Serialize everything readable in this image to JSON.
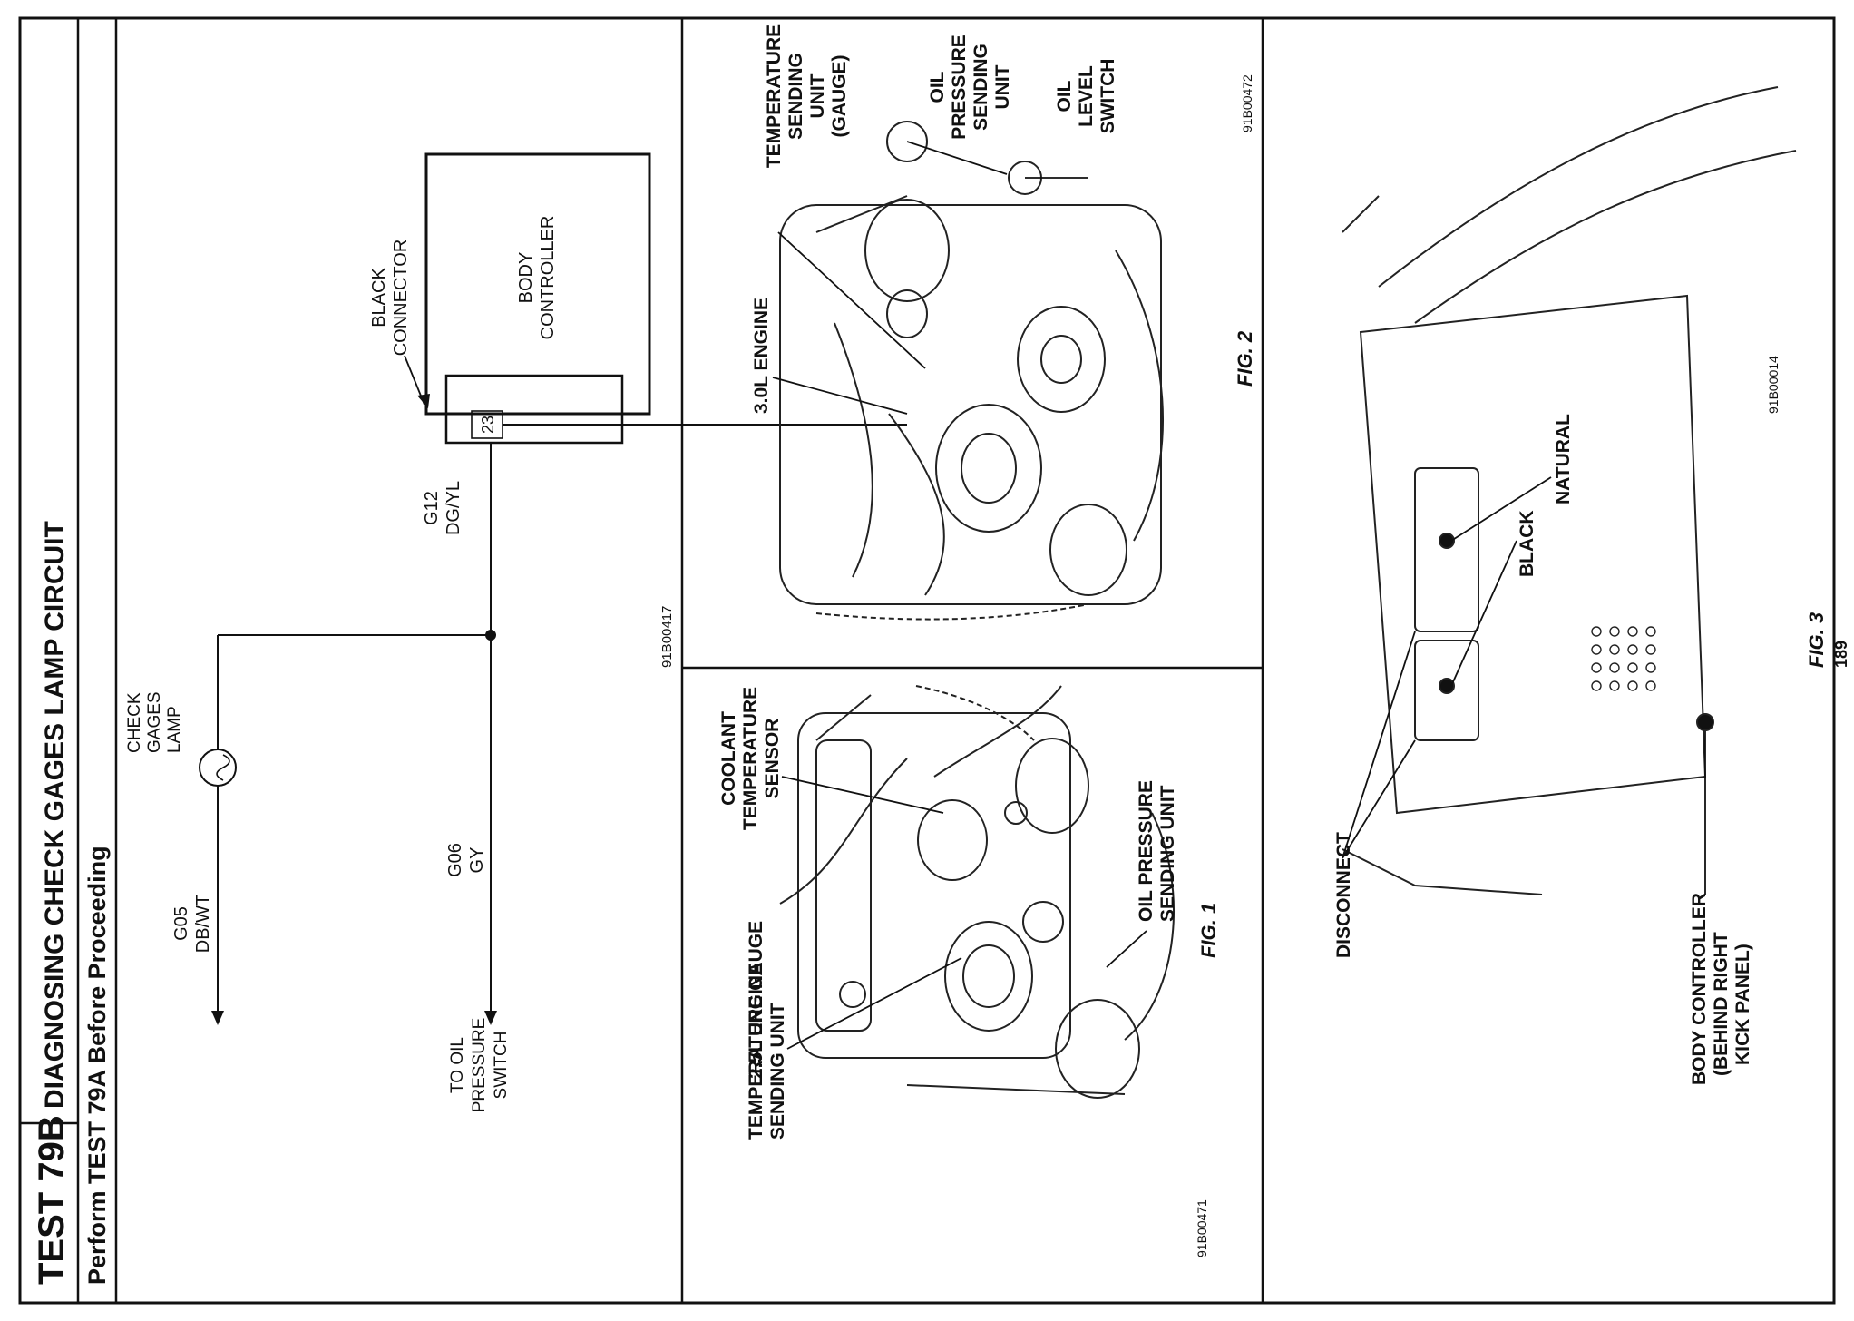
{
  "header": {
    "test_id": "TEST 79B",
    "title": "DIAGNOSING CHECK GAGES LAMP CIRCUIT",
    "subtitle": "Perform TEST 79A Before Proceeding"
  },
  "schematic": {
    "lamp_label": [
      "CHECK",
      "GAGES",
      "LAMP"
    ],
    "body_controller": [
      "BODY",
      "CONTROLLER"
    ],
    "connector": [
      "BLACK",
      "CONNECTOR"
    ],
    "pin": "23",
    "wire_g12": [
      "G12",
      "DG/YL"
    ],
    "wire_g05": [
      "G05",
      "DB/WT"
    ],
    "wire_g06": [
      "G06",
      "GY"
    ],
    "oil_switch": [
      "TO  OIL",
      "PRESSURE",
      "SWITCH"
    ],
    "ref": "91B00417"
  },
  "fig1": {
    "engine": "2.5L ENGINE",
    "coolant": [
      "COOLANT",
      "TEMPERATURE",
      "SENSOR"
    ],
    "oil_pressure": [
      "OIL PRESSURE",
      "SENDING UNIT"
    ],
    "temp_gauge": [
      "TEMPERATURE GAUGE",
      "SENDING UNIT"
    ],
    "caption": "FIG. 1",
    "ref": "91B00471"
  },
  "fig2": {
    "engine": "3.0L ENGINE",
    "temp_unit": [
      "TEMPERATURE",
      "SENDING",
      "UNIT",
      "(GAUGE)"
    ],
    "oil_pressure": [
      "OIL",
      "PRESSURE",
      "SENDING",
      "UNIT"
    ],
    "oil_level": [
      "OIL",
      "LEVEL",
      "SWITCH"
    ],
    "caption": "FIG. 2",
    "ref": "91B00472"
  },
  "fig3": {
    "disconnect": "DISCONNECT",
    "black": "BLACK",
    "natural": "NATURAL",
    "body_controller": [
      "BODY CONTROLLER",
      "(BEHIND RIGHT",
      "KICK PANEL)"
    ],
    "caption": "FIG. 3",
    "ref": "91B00014",
    "page_number": "189"
  }
}
